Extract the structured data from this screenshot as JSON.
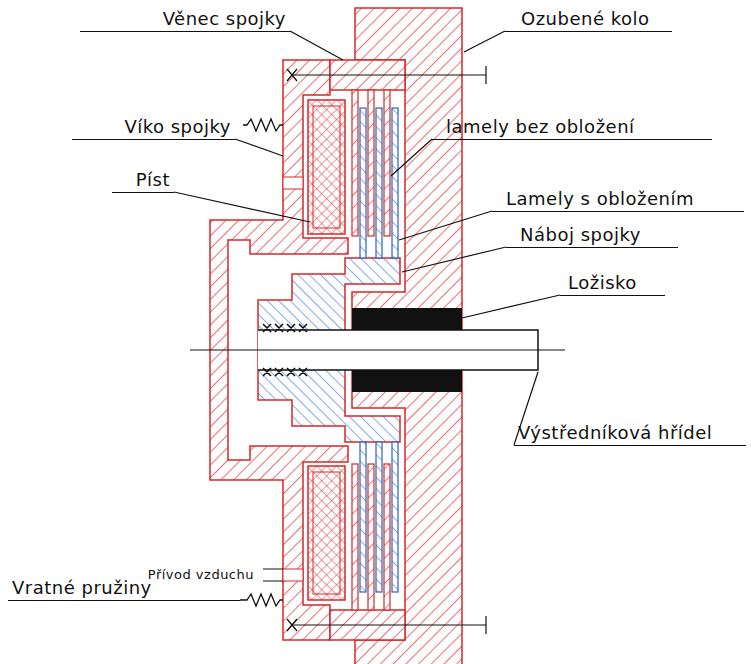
{
  "diagram": {
    "labels": [
      "Věnec spojky",
      "Ozubené kolo",
      "Víko spojky",
      "lamely bez obložení",
      "Píst",
      "Lamely s obložením",
      "Náboj spojky",
      "Ložisko",
      "Výstředníková hřídel",
      "Přívod vzduchu",
      "Vratné pružiny"
    ]
  }
}
